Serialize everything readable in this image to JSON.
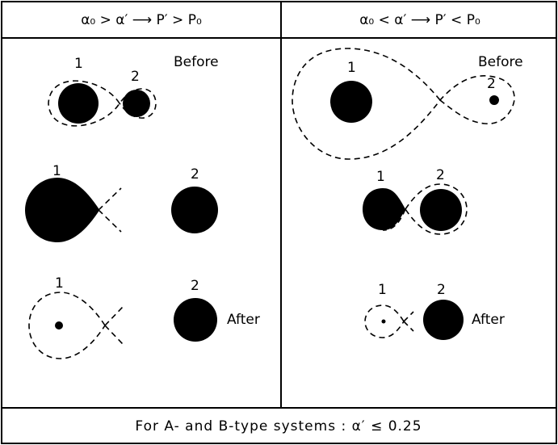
{
  "panels": [
    {
      "header": "α₀  > α′  ⟶  P′  >  P₀",
      "before_label": "Before",
      "after_label": "After",
      "star1_label": "1",
      "star2_label": "2"
    },
    {
      "header": "α₀  < α′  ⟶  P′  <  P₀",
      "before_label": "Before",
      "after_label": "After",
      "star1_label": "1",
      "star2_label": "2"
    }
  ],
  "footer": "For   A- and  B-type     systems :   α′  ≤   0.25"
}
